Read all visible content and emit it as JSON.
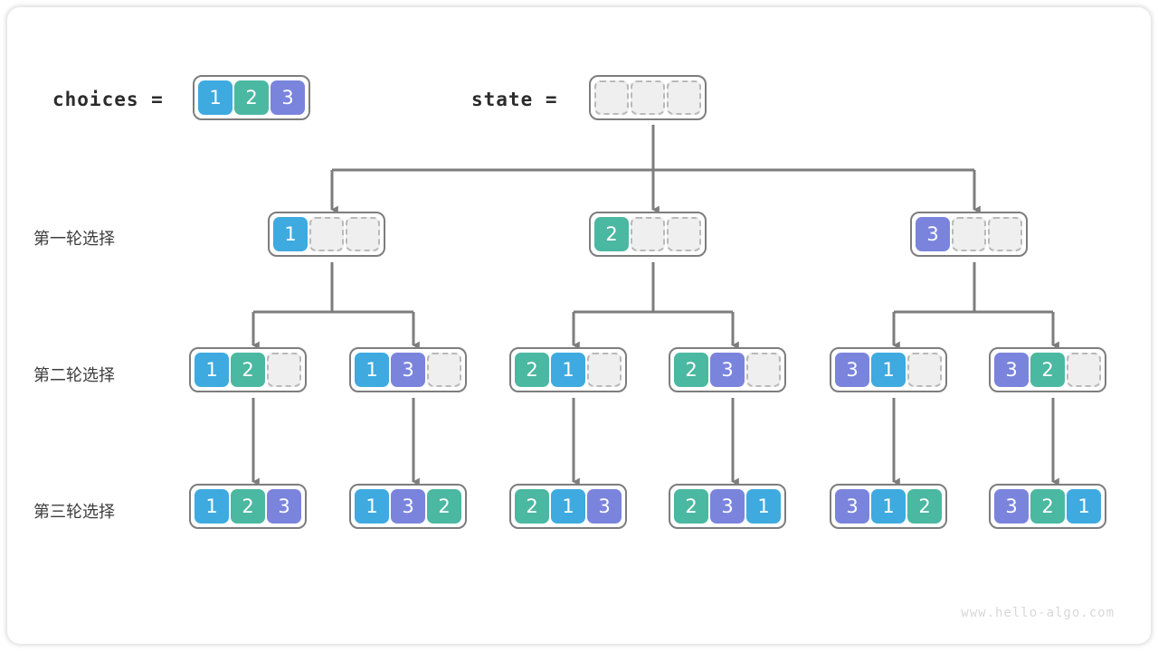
{
  "legend": {
    "choices_label": "choices =",
    "choices_values": [
      "1",
      "2",
      "3"
    ],
    "state_label": "state =",
    "state_values": [
      "",
      "",
      ""
    ]
  },
  "rows": [
    {
      "label": "第一轮选择"
    },
    {
      "label": "第二轮选择"
    },
    {
      "label": "第三轮选择"
    }
  ],
  "level1": [
    {
      "cells": [
        "1",
        "",
        ""
      ]
    },
    {
      "cells": [
        "2",
        "",
        ""
      ]
    },
    {
      "cells": [
        "3",
        "",
        ""
      ]
    }
  ],
  "level2": [
    {
      "cells": [
        "1",
        "2",
        ""
      ]
    },
    {
      "cells": [
        "1",
        "3",
        ""
      ]
    },
    {
      "cells": [
        "2",
        "1",
        ""
      ]
    },
    {
      "cells": [
        "2",
        "3",
        ""
      ]
    },
    {
      "cells": [
        "3",
        "1",
        ""
      ]
    },
    {
      "cells": [
        "3",
        "2",
        ""
      ]
    }
  ],
  "level3": [
    {
      "cells": [
        "1",
        "2",
        "3"
      ]
    },
    {
      "cells": [
        "1",
        "3",
        "2"
      ]
    },
    {
      "cells": [
        "2",
        "1",
        "3"
      ]
    },
    {
      "cells": [
        "2",
        "3",
        "1"
      ]
    },
    {
      "cells": [
        "3",
        "1",
        "2"
      ]
    },
    {
      "cells": [
        "3",
        "2",
        "1"
      ]
    }
  ],
  "watermark": "www.hello-algo.com",
  "colors": {
    "value_1": "#3eaae0",
    "value_2": "#4bb8a1",
    "value_3": "#7a84dd",
    "connector": "#7d7d7d",
    "node_border": "#7d7d7d",
    "empty_cell_fill": "#efefef",
    "empty_cell_border": "#b9b9b9",
    "text": "#3c3c3c"
  }
}
